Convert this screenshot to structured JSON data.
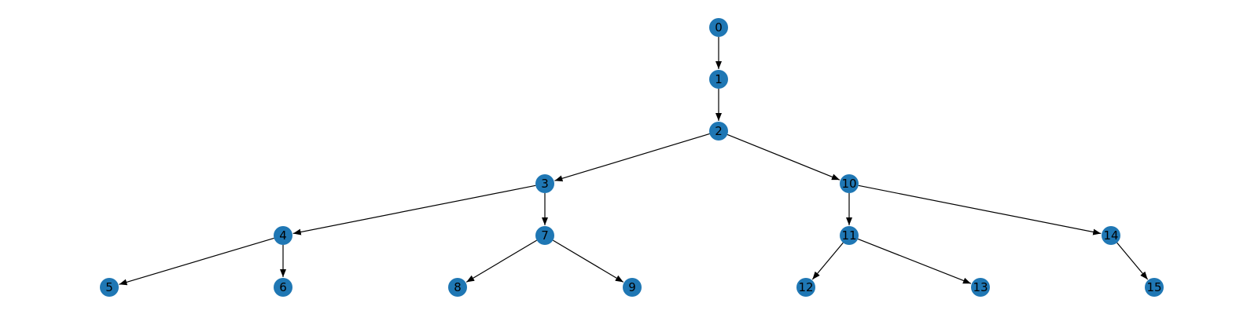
{
  "diagram": {
    "type": "directed-tree",
    "node_color": "#1f77b4",
    "edge_color": "#000000",
    "nodes": [
      {
        "id": "0",
        "label": "0"
      },
      {
        "id": "1",
        "label": "1"
      },
      {
        "id": "2",
        "label": "2"
      },
      {
        "id": "3",
        "label": "3"
      },
      {
        "id": "4",
        "label": "4"
      },
      {
        "id": "5",
        "label": "5"
      },
      {
        "id": "6",
        "label": "6"
      },
      {
        "id": "7",
        "label": "7"
      },
      {
        "id": "8",
        "label": "8"
      },
      {
        "id": "9",
        "label": "9"
      },
      {
        "id": "10",
        "label": "10"
      },
      {
        "id": "11",
        "label": "11"
      },
      {
        "id": "12",
        "label": "12"
      },
      {
        "id": "13",
        "label": "13"
      },
      {
        "id": "14",
        "label": "14"
      },
      {
        "id": "15",
        "label": "15"
      }
    ],
    "edges": [
      {
        "from": "0",
        "to": "1"
      },
      {
        "from": "1",
        "to": "2"
      },
      {
        "from": "2",
        "to": "3"
      },
      {
        "from": "2",
        "to": "10"
      },
      {
        "from": "3",
        "to": "4"
      },
      {
        "from": "3",
        "to": "7"
      },
      {
        "from": "4",
        "to": "5"
      },
      {
        "from": "4",
        "to": "6"
      },
      {
        "from": "7",
        "to": "8"
      },
      {
        "from": "7",
        "to": "9"
      },
      {
        "from": "10",
        "to": "11"
      },
      {
        "from": "10",
        "to": "14"
      },
      {
        "from": "11",
        "to": "12"
      },
      {
        "from": "11",
        "to": "13"
      },
      {
        "from": "14",
        "to": "15"
      }
    ]
  }
}
